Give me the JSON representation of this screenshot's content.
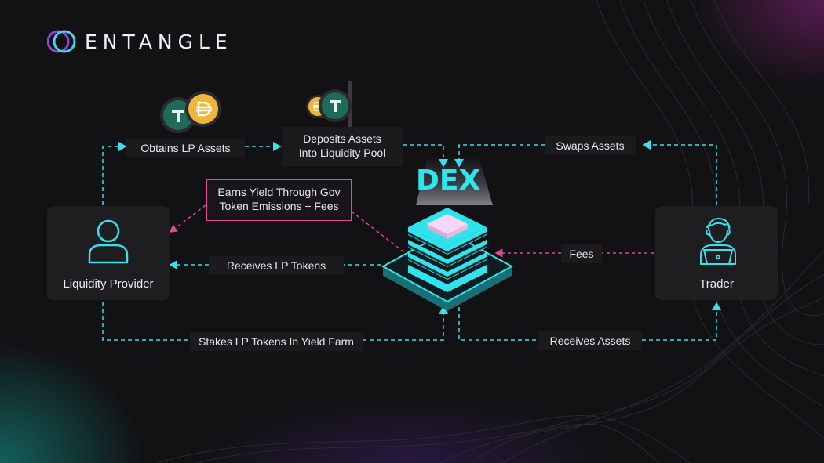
{
  "brand": {
    "name": "ENTANGLE",
    "accent": "#38e0ec",
    "pink": "#e24b8f"
  },
  "nodes": {
    "liquidity_provider": "Liquidity Provider",
    "trader": "Trader",
    "dex": "DEX"
  },
  "flows": {
    "obtains_lp_assets": "Obtains LP Assets",
    "deposits_assets_line1": "Deposits Assets",
    "deposits_assets_line2": "Into Liquidity Pool",
    "earns_yield_line1": "Earns Yield Through Gov",
    "earns_yield_line2": "Token Emissions + Fees",
    "receives_lp_tokens": "Receives LP Tokens",
    "stakes_lp_tokens": "Stakes LP Tokens In Yield Farm",
    "swaps_assets": "Swaps Assets",
    "fees": "Fees",
    "receives_assets": "Receives Assets"
  },
  "icons": [
    "entangle-logo-icon",
    "tether-coin-icon",
    "dai-coin-icon",
    "person-icon",
    "trader-laptop-icon",
    "dex-stack-icon"
  ]
}
